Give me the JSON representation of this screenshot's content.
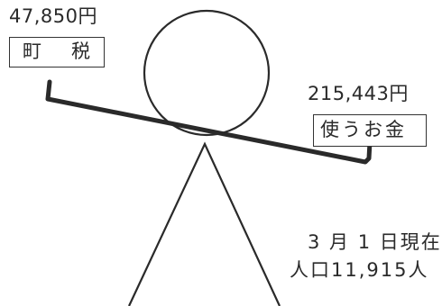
{
  "diagram": {
    "left_side": {
      "amount": "47,850円",
      "label_char_1": "町",
      "label_char_2": "税"
    },
    "right_side": {
      "amount": "215,443円",
      "label": "使うお金"
    },
    "population_note": {
      "line1": "3 月 1 日現在",
      "line2": "人口11,915人"
    }
  }
}
